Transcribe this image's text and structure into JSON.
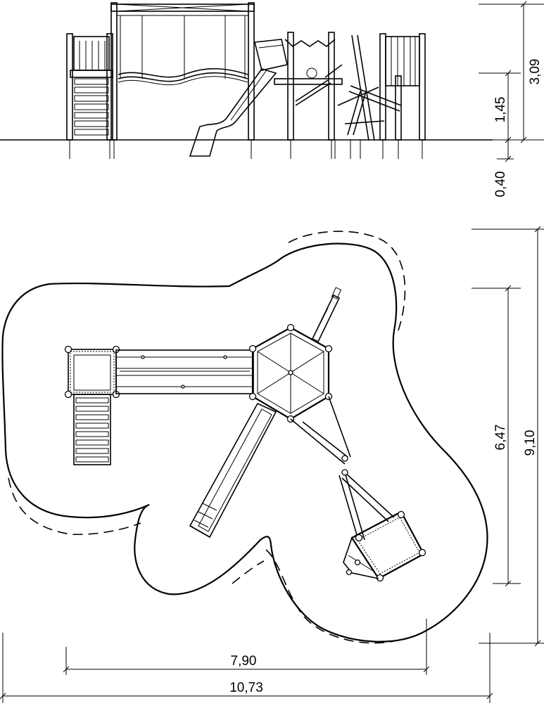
{
  "elevation_dimensions": {
    "total_height": "3,09",
    "platform_height": "1,45",
    "foundation_depth": "0,40"
  },
  "plan_dimensions": {
    "equipment_depth": "6,47",
    "safety_zone_depth": "9,10",
    "equipment_width": "7,90",
    "safety_zone_width": "10,73"
  }
}
